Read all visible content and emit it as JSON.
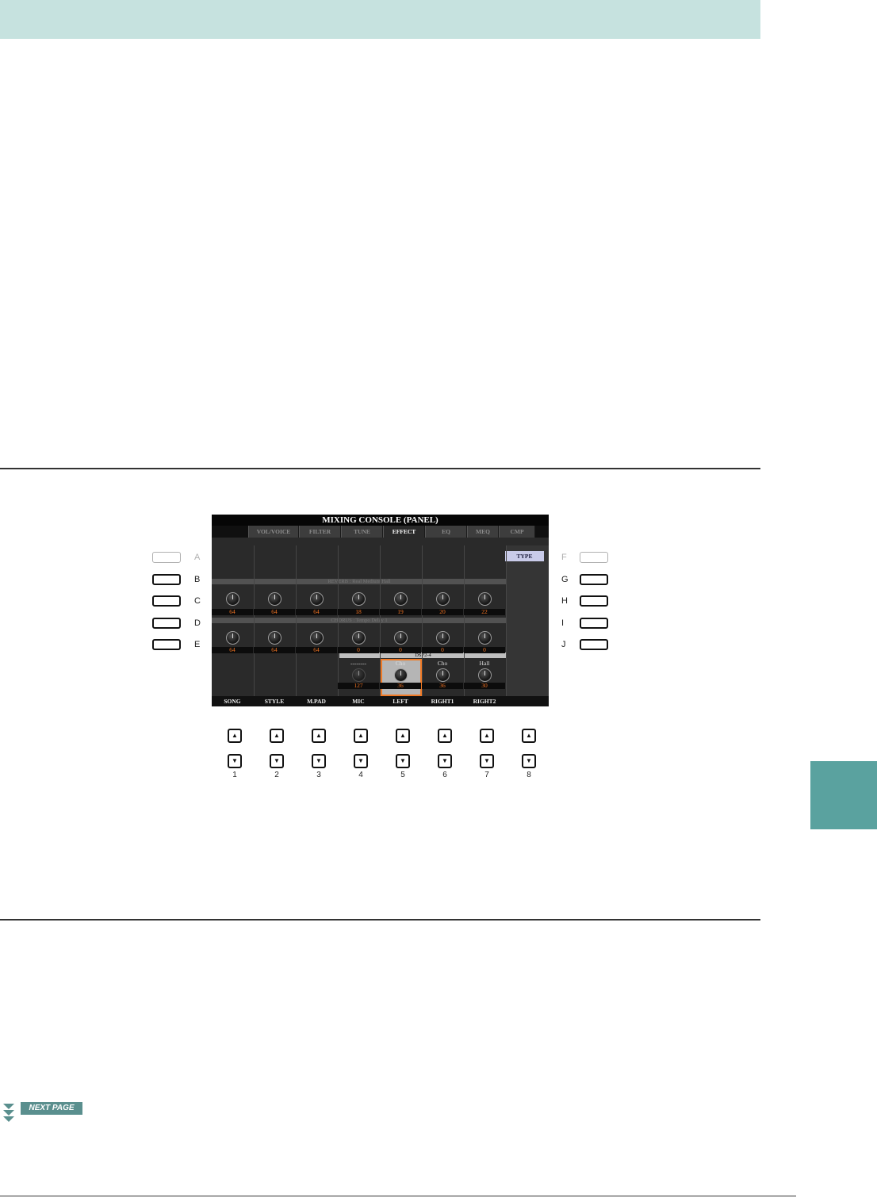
{
  "screen": {
    "title": "MIXING CONSOLE (PANEL)",
    "tabs": [
      {
        "label": "VOL/VOICE"
      },
      {
        "label": "FILTER"
      },
      {
        "label": "TUNE"
      },
      {
        "label": "EFFECT"
      },
      {
        "label": "EQ"
      },
      {
        "label": "MEQ"
      },
      {
        "label": "CMP"
      }
    ],
    "active_tab": "EFFECT",
    "type_button": "TYPE",
    "reverb_header": "REVERB : Real Medium Hall",
    "chorus_header": "CHORUS : Tempo Delay 1",
    "dsp_header": "DSP2-4",
    "reverb_values": [
      "64",
      "64",
      "64",
      "18",
      "19",
      "20",
      "22"
    ],
    "chorus_values": [
      "64",
      "64",
      "64",
      "0",
      "0",
      "0",
      "0"
    ],
    "dsp_cells": [
      {
        "label": "--------",
        "value": "127"
      },
      {
        "label": "Cho",
        "value": "36"
      },
      {
        "label": "Cho",
        "value": "36"
      },
      {
        "label": "Hall",
        "value": "30"
      }
    ],
    "channels": [
      "SONG",
      "STYLE",
      "M.PAD",
      "MIC",
      "LEFT",
      "RIGHT1",
      "RIGHT2"
    ]
  },
  "left_buttons": [
    "A",
    "B",
    "C",
    "D",
    "E"
  ],
  "right_buttons": [
    "F",
    "G",
    "H",
    "I",
    "J"
  ],
  "bottom_buttons": [
    "1",
    "2",
    "3",
    "4",
    "5",
    "6",
    "7",
    "8"
  ],
  "arrow_up": "▲",
  "arrow_down": "▼",
  "next_page": "NEXT PAGE",
  "colors": {
    "accent": "#c6e2df",
    "side_tab": "#5aa29f",
    "value": "#f27322",
    "selected": "#f07a26"
  }
}
